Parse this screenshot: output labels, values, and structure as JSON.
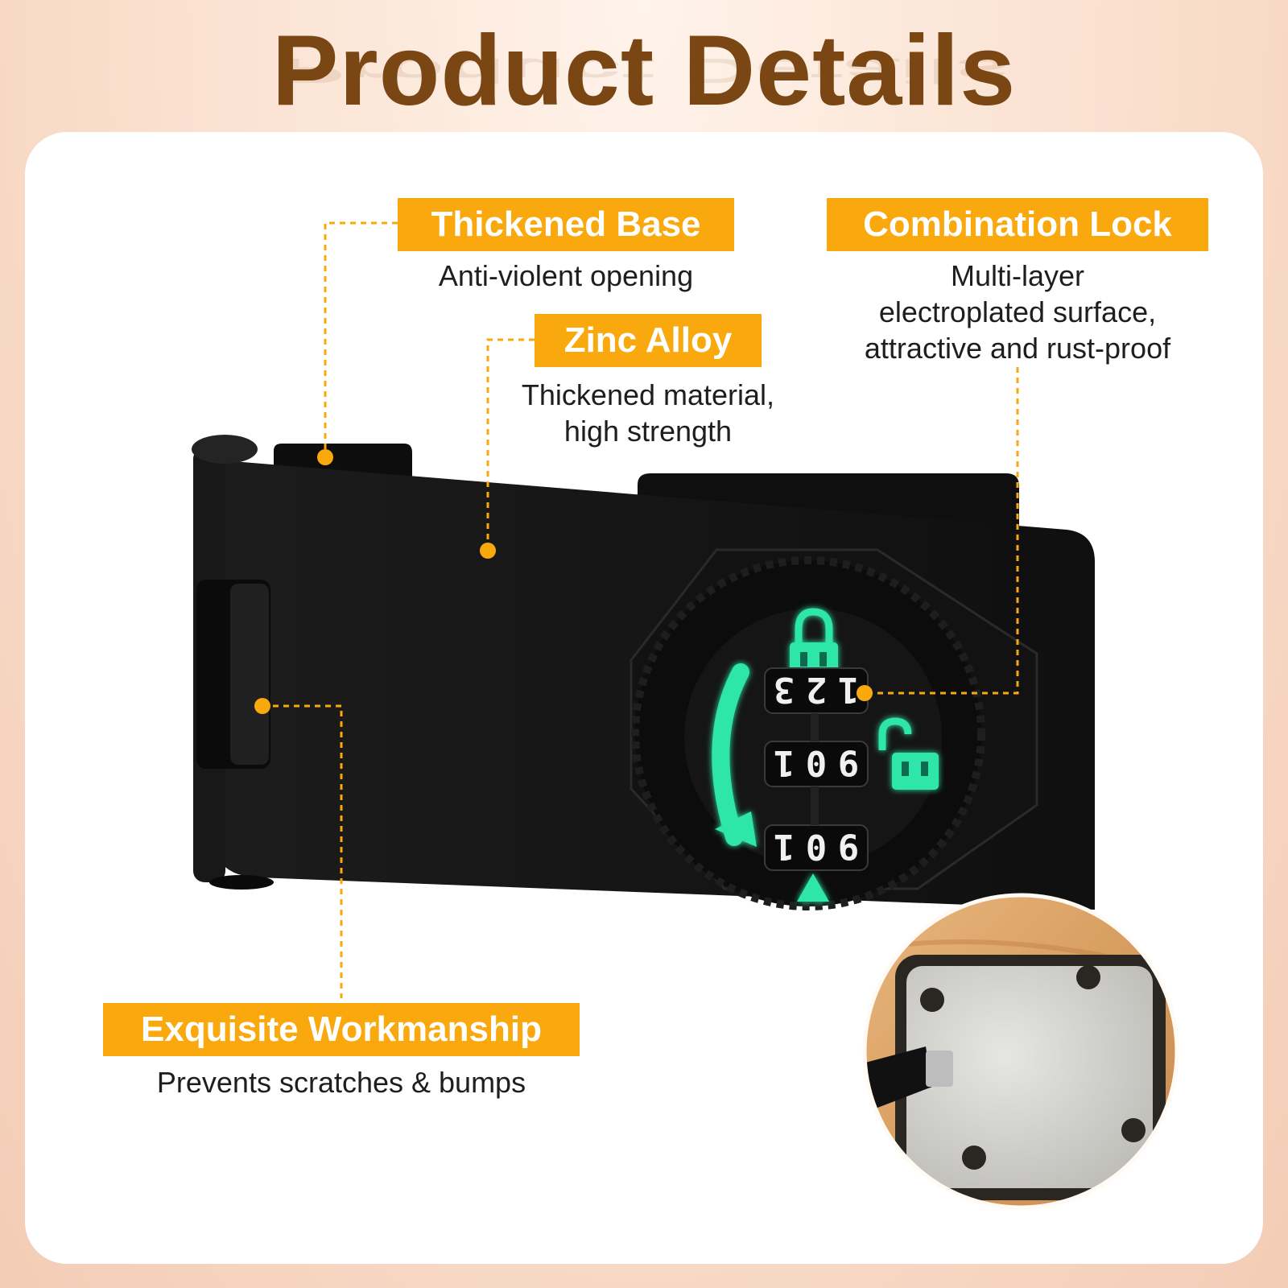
{
  "header": {
    "title": "Product Details"
  },
  "features": [
    {
      "label": "Thickened Base",
      "description": [
        "Anti-violent opening"
      ]
    },
    {
      "label": "Zinc Alloy",
      "description": [
        "Thickened material,",
        "high strength"
      ]
    },
    {
      "label": "Combination Lock",
      "description": [
        "Multi-layer",
        "electroplated surface,",
        "attractive and rust-proof"
      ]
    },
    {
      "label": "Exquisite Workmanship",
      "description": [
        "Prevents scratches & bumps"
      ]
    }
  ],
  "lock_dials": [
    {
      "digits": [
        "3",
        "2",
        "1"
      ]
    },
    {
      "digits": [
        "1",
        "0",
        "9"
      ]
    },
    {
      "digits": [
        "1",
        "0",
        "9"
      ]
    }
  ],
  "colors": {
    "title": "#7a4714",
    "tag_background": "#f9a90e",
    "glow": "#2fe6a8",
    "product_body": "#151515"
  }
}
